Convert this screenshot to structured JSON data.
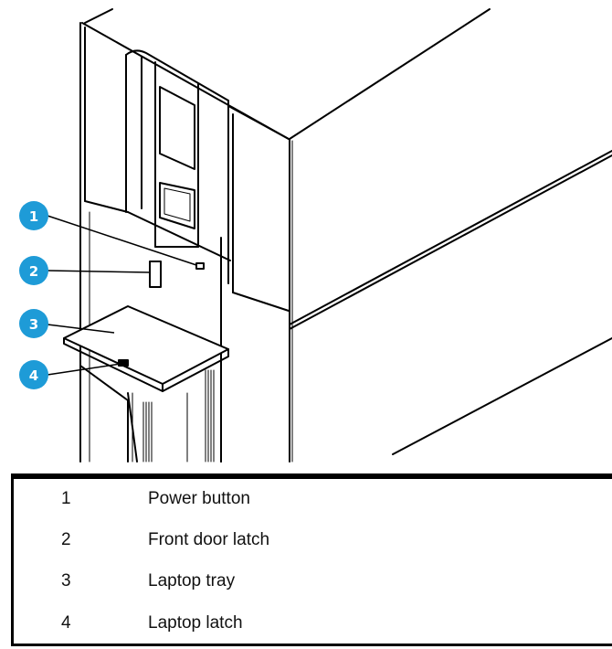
{
  "callouts": [
    {
      "number": "1",
      "label": "Power button"
    },
    {
      "number": "2",
      "label": "Front door latch"
    },
    {
      "number": "3",
      "label": "Laptop tray"
    },
    {
      "number": "4",
      "label": "Laptop latch"
    }
  ],
  "colors": {
    "callout_fill": "#1e9bd7",
    "line": "#000000",
    "background": "#ffffff"
  }
}
